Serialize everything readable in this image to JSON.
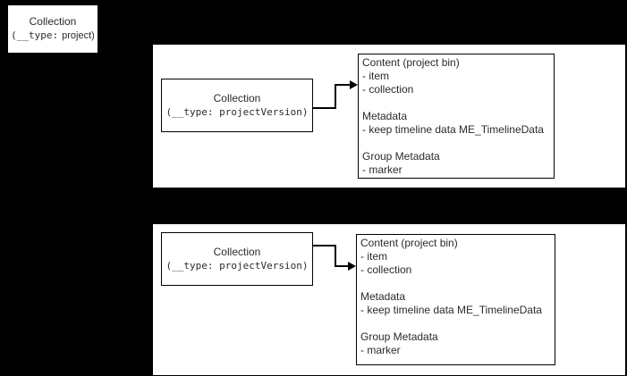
{
  "canvas": {
    "background": "#000000",
    "shape_fill": "#ffffff",
    "shape_border": "#000000",
    "text_color": "#2b2b2b"
  },
  "project_box": {
    "title": "Collection",
    "type_prefix": "(__type:",
    "type_value": "project)"
  },
  "version_box": {
    "title": "Collection",
    "type_line": "(__type: projectVersion)"
  },
  "content_box": {
    "lines": [
      "Content (project bin)",
      "- item",
      "- collection",
      "",
      "Metadata",
      "- keep timeline data ME_TimelineData",
      "",
      "Group Metadata",
      "- marker"
    ]
  }
}
